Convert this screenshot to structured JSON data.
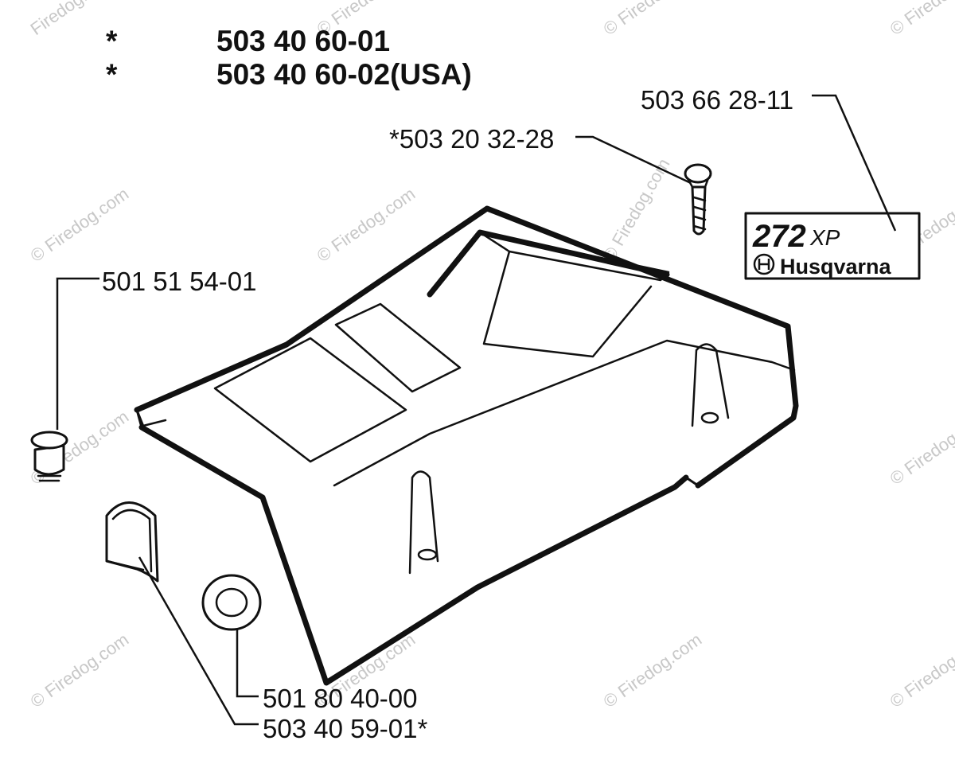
{
  "header": {
    "line1": {
      "marker": "*",
      "part": "503 40 60-01"
    },
    "line2": {
      "marker": "*",
      "part": "503 40 60-02(USA)"
    }
  },
  "parts": {
    "decal": "503 66 28-11",
    "screw": "*503 20 32-28",
    "plug": "501 51 54-01",
    "grommet": "501 80 40-00",
    "seal": "503 40 59-01*"
  },
  "decal": {
    "model": "272",
    "suffix": "XP",
    "brand": "Husqvarna",
    "brand_icon": "husqvarna-crown-logo"
  },
  "watermark": {
    "text": "© Firedog.com",
    "text_partial": "Firedog.com"
  }
}
